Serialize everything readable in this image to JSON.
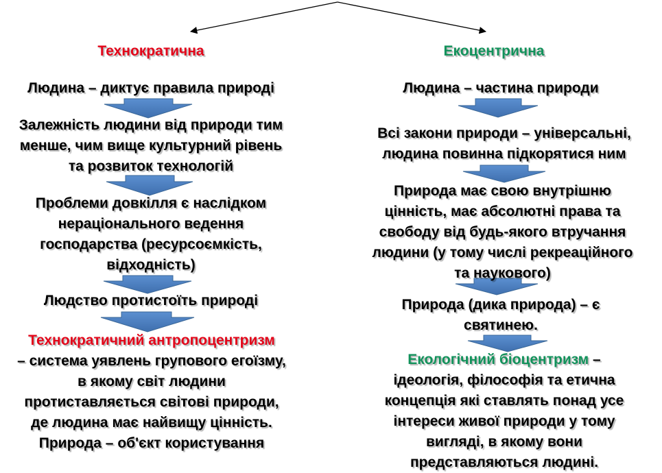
{
  "colors": {
    "left_accent": "#e3061a",
    "right_accent": "#12925b",
    "arrow_fill": "#4f81bd",
    "arrow_stroke": "#3a6797"
  },
  "left": {
    "title": "Технократична",
    "step1": "Людина – диктує правила природі",
    "step2": [
      "Залежність людини від природи тим",
      "менше, чим вище культурний рівень",
      "та розвиток технологій"
    ],
    "step3": [
      "Проблеми довкілля є наслідком",
      "нераціонального ведення",
      "господарства (ресурсоємкість,",
      "відходність)"
    ],
    "step4": "Людство протистоїть природі",
    "term": "Технократичний антропоцентризм",
    "definition": [
      "– система уявлень групового егоїзму,",
      "в якому світ людини",
      "протиставляється світові природи,",
      "де людина має найвищу цінність.",
      "Природа – об'єкт користування"
    ]
  },
  "right": {
    "title": "Екоцентрична",
    "step1": "Людина – частина природи",
    "step2": [
      "Всі закони природи – універсальні,",
      "людина повинна підкорятися ним"
    ],
    "step3": [
      "Природа має свою внутрішню",
      "цінність, має абсолютні права та",
      "свободу від будь-якого втручання",
      "людини (у тому числі рекреаційного",
      "та наукового)"
    ],
    "step4": [
      "Природа (дика природа) – є",
      "святинею."
    ],
    "term": "Екологічний біоцентризм",
    "term_suffix": " –",
    "definition": [
      "ідеологія, філософія та етична",
      "концепція які ставлять понад усе",
      "інтереси живої природи у тому",
      "вигляді, в якому вони",
      "представляються людині."
    ]
  }
}
